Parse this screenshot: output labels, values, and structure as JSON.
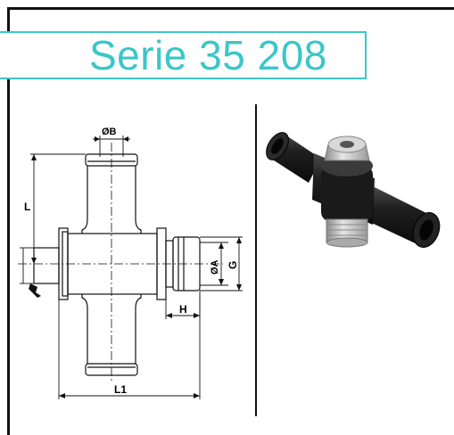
{
  "title": "Serie 35 208",
  "drawing": {
    "labels": {
      "dia_b": "ØB",
      "dia_a": "ØA",
      "g": "G",
      "h": "H",
      "l": "L",
      "l1": "L1"
    }
  },
  "colors": {
    "accent": "#3cc6c8",
    "line": "#111111",
    "fitting_body": "#1c1c1c",
    "fitting_metal": "#c8c8c8"
  }
}
